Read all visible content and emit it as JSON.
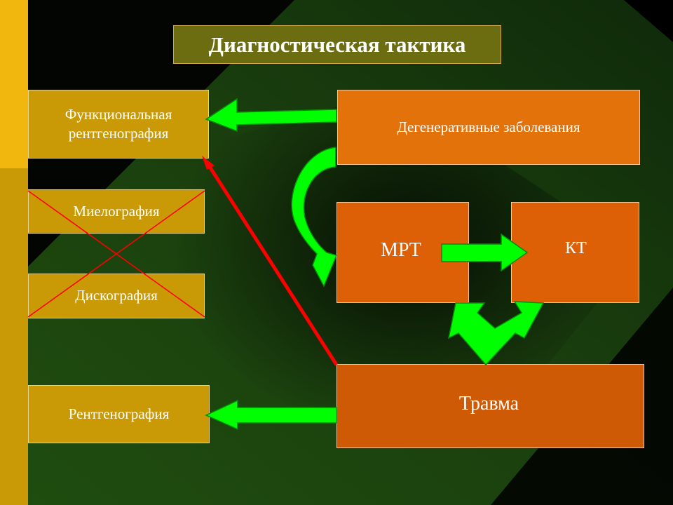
{
  "title": "Диагностическая тактика",
  "left_boxes": {
    "functional_xray": "Функциональная рентгенография",
    "myelography": "Миелография",
    "discography": "Дискография",
    "xray": "Рентгенография"
  },
  "right_boxes": {
    "degenerative": "Дегенеративные заболевания",
    "mri": "МРТ",
    "ct": "КТ",
    "trauma": "Травма"
  },
  "colors": {
    "gold_box": "#c99a06",
    "orange_box": "#dd5f06",
    "arrow_green": "#00ff00",
    "arrow_red": "#ff0000",
    "cross_red": "#ff0000"
  }
}
